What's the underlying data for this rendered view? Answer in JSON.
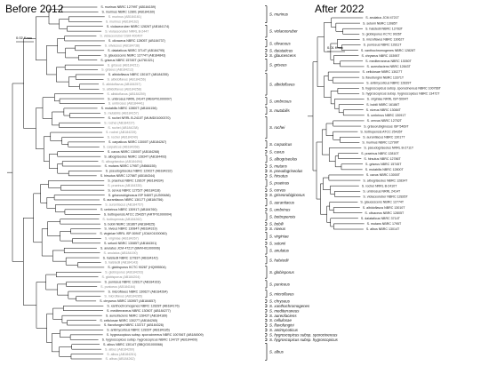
{
  "panels": {
    "left_title": "Before 2012",
    "right_title": "After 2022",
    "left_scale": "0.02 Knuc",
    "right_scale": "0.01 Knuc"
  },
  "left_tree": [
    {
      "label": "S. murinus NBRC 12799T (AB184159)",
      "grey": false
    },
    {
      "label": "S. murinus NBRC 12801 (AB184160)",
      "grey": false
    },
    {
      "label": "S. murinus (AB184161)",
      "grey": true
    },
    {
      "label": "S. murinus (AB184162)",
      "grey": true
    },
    {
      "label": "S. violaceoruber NBRC 12826T (AB184174)",
      "grey": false
    },
    {
      "label": "S. violaceoruber NRRL B-2447",
      "grey": true
    },
    {
      "label": "S. violaceoruber DSM 40049T",
      "grey": true
    },
    {
      "label": "S. olivaceus NBRC 12805T (AB184737)",
      "grey": false
    },
    {
      "label": "S. olivaceus (AB184738)",
      "grey": true
    },
    {
      "label": "S. daiataticus NBRC 3714T (AB184795)",
      "grey": false
    },
    {
      "label": "S. glaucescens NBRC 12774T (AB184843)",
      "grey": false
    },
    {
      "label": "S. griseus NBRC 15745T (AJ781321)",
      "grey": false
    },
    {
      "label": "S. griseus (AB184211)",
      "grey": true
    },
    {
      "label": "S. griseus (AB184212)",
      "grey": true
    },
    {
      "label": "S. albidoflavus NBRC 13010T (AB184255)",
      "grey": false
    },
    {
      "label": "S. albidoflavus (AB184256)",
      "grey": true
    },
    {
      "label": "S. albidoflavus (AB184257)",
      "grey": true
    },
    {
      "label": "S. albidoflavus (AB184258)",
      "grey": true
    },
    {
      "label": "S. albidoflavus (AB184259)",
      "grey": true
    },
    {
      "label": "S. umbrosus NRRL 2414T (MBGP01000097)",
      "grey": false
    },
    {
      "label": "S. umbrosus (AB184441)",
      "grey": true
    },
    {
      "label": "S. mutabilis NBRC 12800T (AB184156)",
      "grey": false
    },
    {
      "label": "S. mutabilis (AB184157)",
      "grey": true
    },
    {
      "label": "S. rochei NRRL B-2410T (MUMD01000370)",
      "grey": false
    },
    {
      "label": "S. rochei (AB184237)",
      "grey": true
    },
    {
      "label": "S. rochei (AB184238)",
      "grey": true
    },
    {
      "label": "S. rochei (AB184239)",
      "grey": true
    },
    {
      "label": "S. rochei (AB184240)",
      "grey": true
    },
    {
      "label": "S. carpaticus NBRC 13000T (AB184267)",
      "grey": false
    },
    {
      "label": "S. carpaticus (AB184268)",
      "grey": true
    },
    {
      "label": "S. cavus NBRC 13000T (AB184268)",
      "grey": false
    },
    {
      "label": "S. albogriseolus NBRC 12834T (AB184493)",
      "grey": false
    },
    {
      "label": "S. albogriseolus (AB184494)",
      "grey": true
    },
    {
      "label": "S. mutans NBRC 1795T (JN566155)",
      "grey": false
    },
    {
      "label": "S. pseudogriseolus NBRC 12902T (AB184232)",
      "grey": false
    },
    {
      "label": "S. hirsutus NBRC 12786T (AB184344)",
      "grey": false
    },
    {
      "label": "S. praeinus NBRC 12810T (AB184334)",
      "grey": false
    },
    {
      "label": "S. praeinus (AB184335)",
      "grey": true
    },
    {
      "label": "S. cervus NBRC 12752T (AB184118)",
      "grey": false
    },
    {
      "label": "S. griseorubiginosus ISP 5469T (AJ399486)",
      "grey": false
    },
    {
      "label": "S. aurantiacus NBRC 13017T (AB184756)",
      "grey": false
    },
    {
      "label": "S. aurantiacus (AB184757)",
      "grey": true
    },
    {
      "label": "S. umbrinus NBRC 13091T (AB184760)",
      "grey": false
    },
    {
      "label": "S. bottropensis ATCC 25435T (ARTP01000004)",
      "grey": false
    },
    {
      "label": "S. bottropensis (AB184262)",
      "grey": true
    },
    {
      "label": "S. bobili NBRC 16186T (AB184625)",
      "grey": false
    },
    {
      "label": "S. niveus NBRC 13084T (AB184319)",
      "grey": false
    },
    {
      "label": "S. virginiae NRRL ISP-5094T (JOAX01000060)",
      "grey": false
    },
    {
      "label": "S. virginiae (AB184267)",
      "grey": true
    },
    {
      "label": "S. setonii NBRC 13085T (AB184301)",
      "grey": false
    },
    {
      "label": "S. anulatus JCM 4721T (BMVH01000006)",
      "grey": false
    },
    {
      "label": "S. anulatus (AB184190)",
      "grey": true
    },
    {
      "label": "S. halstedii NBRC 12783T (AB184142)",
      "grey": false
    },
    {
      "label": "S. halstedii (AB184143)",
      "grey": true
    },
    {
      "label": "S. globisporus KCTC 9026T (HQ995504)",
      "grey": false
    },
    {
      "label": "S. globisporus (AB184203)",
      "grey": true
    },
    {
      "label": "S. globisporus (AB184204)",
      "grey": true
    },
    {
      "label": "S. puniceus NBRC 12811T (AB184163)",
      "grey": false
    },
    {
      "label": "S. puniceus (AB184164)",
      "grey": true
    },
    {
      "label": "S. microflavus NBRC 13062T (AB184284)",
      "grey": false
    },
    {
      "label": "S. microflavus (AB184285)",
      "grey": true
    },
    {
      "label": "S. chryseus NBRC 15395T (AB184657)",
      "grey": false
    },
    {
      "label": "S. xanthochromogenes NBRC 12828T (AB184176)",
      "grey": false
    },
    {
      "label": "S. mediterraneus NBRC 13050T (AB184277)",
      "grey": false
    },
    {
      "label": "S. aureofaciens NBRC 12843T (AB184189)",
      "grey": false
    },
    {
      "label": "S. cellulosae NBRC 13027T (AB184265)",
      "grey": false
    },
    {
      "label": "S. flavofungini NBRC 13371T (AB184328)",
      "grey": false
    },
    {
      "label": "S. antimycoticus NBRC 12839T (AB184185)",
      "grey": false
    },
    {
      "label": "S. hygroscopicus subsp. sporocinereus NBRC 100766T (AB184509)",
      "grey": false
    },
    {
      "label": "S. hygroscopicus subsp. hygroscopicus NBRC 13472T (AB184409)",
      "grey": false
    },
    {
      "label": "S. albus NBRC 13014T (BBQG01000066)",
      "grey": false
    },
    {
      "label": "S. albus (AB184260)",
      "grey": true
    },
    {
      "label": "S. albus (AB184261)",
      "grey": true
    },
    {
      "label": "S. albus (AB184262)",
      "grey": true
    }
  ],
  "left_clades": [
    {
      "label": "S. murinus",
      "from": 0,
      "to": 3
    },
    {
      "label": "S. violaceoruber",
      "from": 4,
      "to": 6
    },
    {
      "label": "S. olivaceus",
      "from": 7,
      "to": 8
    },
    {
      "label": "S. daiataticus",
      "from": 9,
      "to": 9
    },
    {
      "label": "S. glaucescens",
      "from": 10,
      "to": 10
    },
    {
      "label": "S. griseus",
      "from": 11,
      "to": 13
    },
    {
      "label": "S. albidoflavus",
      "from": 14,
      "to": 18
    },
    {
      "label": "S. umbrosus",
      "from": 19,
      "to": 20
    },
    {
      "label": "S. mutabilis",
      "from": 21,
      "to": 22
    },
    {
      "label": "S. rochei",
      "from": 23,
      "to": 27
    },
    {
      "label": "S. carpaticus",
      "from": 28,
      "to": 29
    },
    {
      "label": "S. cavus",
      "from": 30,
      "to": 30
    },
    {
      "label": "S. albogriseolus",
      "from": 31,
      "to": 32
    },
    {
      "label": "S. mutans",
      "from": 33,
      "to": 33
    },
    {
      "label": "S. pseudogriseolus",
      "from": 34,
      "to": 34
    },
    {
      "label": "S. hirsutus",
      "from": 35,
      "to": 35
    },
    {
      "label": "S. praeinus",
      "from": 36,
      "to": 37
    },
    {
      "label": "S. cervus",
      "from": 38,
      "to": 38
    },
    {
      "label": "S. griseorubiginosus",
      "from": 39,
      "to": 39
    },
    {
      "label": "S. aurantiacus",
      "from": 40,
      "to": 41
    },
    {
      "label": "S. umbrinus",
      "from": 42,
      "to": 42
    },
    {
      "label": "S. bottropensis",
      "from": 43,
      "to": 44
    },
    {
      "label": "S. bobili",
      "from": 45,
      "to": 45
    },
    {
      "label": "S. niveus",
      "from": 46,
      "to": 46
    },
    {
      "label": "S. virginiae",
      "from": 47,
      "to": 48
    },
    {
      "label": "S. setonii",
      "from": 49,
      "to": 49
    },
    {
      "label": "S. anulatus",
      "from": 50,
      "to": 51
    },
    {
      "label": "S. halstedii",
      "from": 52,
      "to": 53
    },
    {
      "label": "S. globisporus",
      "from": 54,
      "to": 56
    },
    {
      "label": "S. puniceus",
      "from": 57,
      "to": 58
    },
    {
      "label": "S. microflavus",
      "from": 59,
      "to": 60
    },
    {
      "label": "S. chryseus",
      "from": 61,
      "to": 61
    },
    {
      "label": "S. xanthochromogenes",
      "from": 62,
      "to": 62
    },
    {
      "label": "S. mediterraneus",
      "from": 63,
      "to": 63
    },
    {
      "label": "S. aureofaciens",
      "from": 64,
      "to": 64
    },
    {
      "label": "S. cellulosae",
      "from": 65,
      "to": 65
    },
    {
      "label": "S. flavofungini",
      "from": 66,
      "to": 66
    },
    {
      "label": "S. antimycoticus",
      "from": 67,
      "to": 67
    },
    {
      "label": "S. hygroscopicus subsp. sporocinereus",
      "from": 68,
      "to": 68
    },
    {
      "label": "S. hygroscopicus subsp. hygroscopicus",
      "from": 69,
      "to": 69
    },
    {
      "label": "S. albus",
      "from": 70,
      "to": 73
    }
  ],
  "right_tree": [
    {
      "label": "S. anulatus JCM 4721T"
    },
    {
      "label": "S. setonii NBRC 13085T"
    },
    {
      "label": "S. halstedii NBRC 12783T"
    },
    {
      "label": "S. globisporus KCTC 9026T"
    },
    {
      "label": "S. microflavus NBRC 13062T"
    },
    {
      "label": "S. puniceus NBRC 12811T"
    },
    {
      "label": "S. xanthochromogenes NBRC 12828T"
    },
    {
      "label": "S. chryseus NBRC 15395T"
    },
    {
      "label": "S. mediterraneus NBRC 13050T"
    },
    {
      "label": "S. aureofaciens NBRC 12843T"
    },
    {
      "label": "S. cellulosae NBRC 13027T"
    },
    {
      "label": "S. flavofungini NBRC 13371T"
    },
    {
      "label": "S. antimycoticus NBRC 12839T"
    },
    {
      "label": "S. hygroscopicus subsp. sporocinereus NBRC 100766T"
    },
    {
      "label": "S. hygroscopicus subsp. hygroscopicus NBRC 13472T"
    },
    {
      "label": "S. virginiae NRRL ISP-5094T"
    },
    {
      "label": "S. bobili NBRC 16186T"
    },
    {
      "label": "S. niveus NBRC 13084T"
    },
    {
      "label": "S. umbrinus NBRC 13091T"
    },
    {
      "label": "S. cervus NBRC 12752T"
    },
    {
      "label": "S. griseorubiginosus ISP 5469T"
    },
    {
      "label": "S. bottropensis ATCC 25435T"
    },
    {
      "label": "S. aurantiacus NBRC 13017T"
    },
    {
      "label": "S. murinus NBRC 12799T"
    },
    {
      "label": "S. pseudogriseolus NRRL B-2711T"
    },
    {
      "label": "S. praeinus NBRC 12810T"
    },
    {
      "label": "S. hirsutus NBRC 12786T"
    },
    {
      "label": "S. griseus NBRC 15745T"
    },
    {
      "label": "S. mutabilis NBRC 12800T"
    },
    {
      "label": "S. cavus NBRC 13000T"
    },
    {
      "label": "S. albogriseolus NBRC 12834T"
    },
    {
      "label": "S. rochei NRRL B-2410T"
    },
    {
      "label": "S. umbrosus NRRL 2414T"
    },
    {
      "label": "S. violaceoruber NBRC 12826T"
    },
    {
      "label": "S. glaucescens NBRC 12774T"
    },
    {
      "label": "S. albidoflavus NBRC 13010T"
    },
    {
      "label": "S. olivaceus NBRC 12805T"
    },
    {
      "label": "S. daiataticus NBRC 3714T"
    },
    {
      "label": "S. mutans NBRC 1795T"
    },
    {
      "label": "S. albus NBRC 13014T"
    }
  ]
}
